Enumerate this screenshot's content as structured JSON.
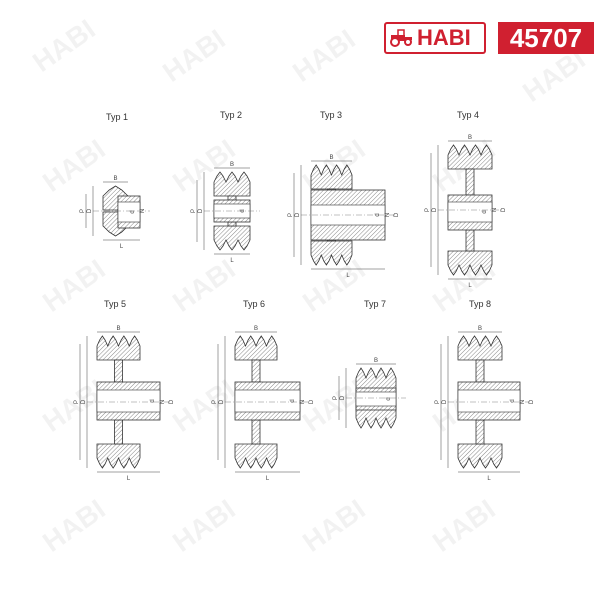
{
  "brand": {
    "name": "HABI",
    "color": "#d02030"
  },
  "product_code": "45707",
  "types": [
    {
      "title": "Typ 1",
      "dims": [
        "B",
        "D",
        "P",
        "d",
        "N",
        "L"
      ]
    },
    {
      "title": "Typ 2",
      "dims": [
        "B",
        "D",
        "P",
        "d",
        "L"
      ]
    },
    {
      "title": "Typ 3",
      "dims": [
        "B",
        "D",
        "P",
        "d",
        "N",
        "D",
        "L"
      ]
    },
    {
      "title": "Typ 4",
      "dims": [
        "B",
        "D",
        "P",
        "d",
        "N",
        "D",
        "L"
      ]
    },
    {
      "title": "Typ 5",
      "dims": [
        "B",
        "D",
        "P",
        "d",
        "N",
        "D",
        "L"
      ]
    },
    {
      "title": "Typ 6",
      "dims": [
        "B",
        "D",
        "P",
        "d",
        "N",
        "D",
        "L"
      ]
    },
    {
      "title": "Typ 7",
      "dims": [
        "B",
        "D",
        "P",
        "d"
      ]
    },
    {
      "title": "Typ 8",
      "dims": [
        "B",
        "D",
        "P",
        "d",
        "N",
        "D",
        "L"
      ]
    }
  ],
  "watermark_text": "HABI"
}
